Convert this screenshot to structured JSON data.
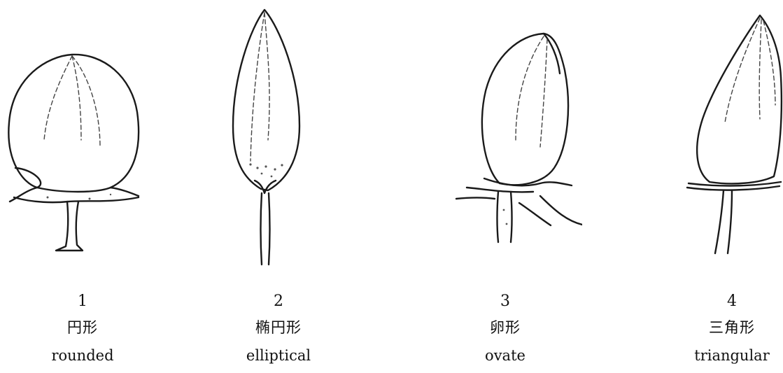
{
  "figure": {
    "items": [
      {
        "number": "1",
        "chinese": "円形",
        "english": "rounded",
        "icon": "rounded-bud-icon"
      },
      {
        "number": "2",
        "chinese": "椭円形",
        "english": "elliptical",
        "icon": "elliptical-bud-icon"
      },
      {
        "number": "3",
        "chinese": "卵形",
        "english": "ovate",
        "icon": "ovate-bud-icon"
      },
      {
        "number": "4",
        "chinese": "三角形",
        "english": "triangular",
        "icon": "triangular-bud-icon"
      }
    ]
  },
  "colors": {
    "line": "#1a1a1a",
    "background": "#ffffff"
  }
}
